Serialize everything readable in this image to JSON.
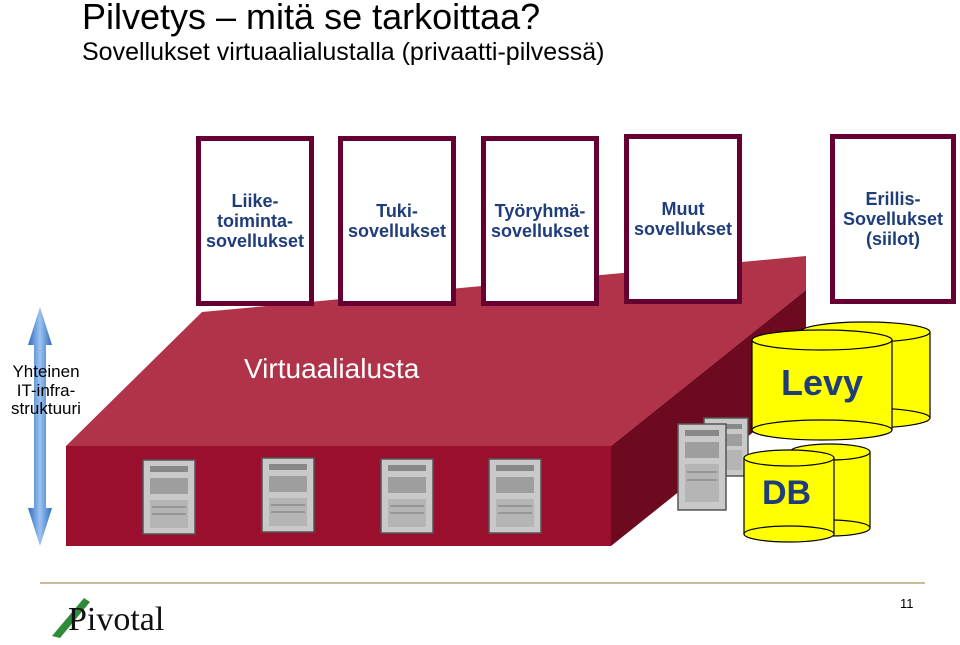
{
  "title": "Pilvetys – mitä se tarkoittaa?",
  "subtitle": "Sovellukset virtuaalialustalla (privaatti-pilvessä)",
  "apps": [
    {
      "label": "Liike-\ntoiminta-\nsovellukset"
    },
    {
      "label": "Tuki-\nsovellukset"
    },
    {
      "label": "Työryhmä-\nsovellukset"
    },
    {
      "label": "Muut\nsovellukset"
    },
    {
      "label": "Erillis-\nSovellukset\n(siilot)"
    }
  ],
  "platform_label": "Virtuaalialusta",
  "infra_label": "Yhteinen\nIT-infra-\nstruktuuri",
  "storage": {
    "disk_label": "Levy",
    "db_label": "DB"
  },
  "logo_text": "Pivotal",
  "page_number": "11",
  "colors": {
    "box_border": "#660033",
    "platform_top": "#b0334a",
    "platform_front": "#9a0f2e",
    "platform_side": "#6e0a1f",
    "cylinder": "#ffff00",
    "label_blue": "#1f3d7a",
    "arrow": "#3f7fd0"
  }
}
